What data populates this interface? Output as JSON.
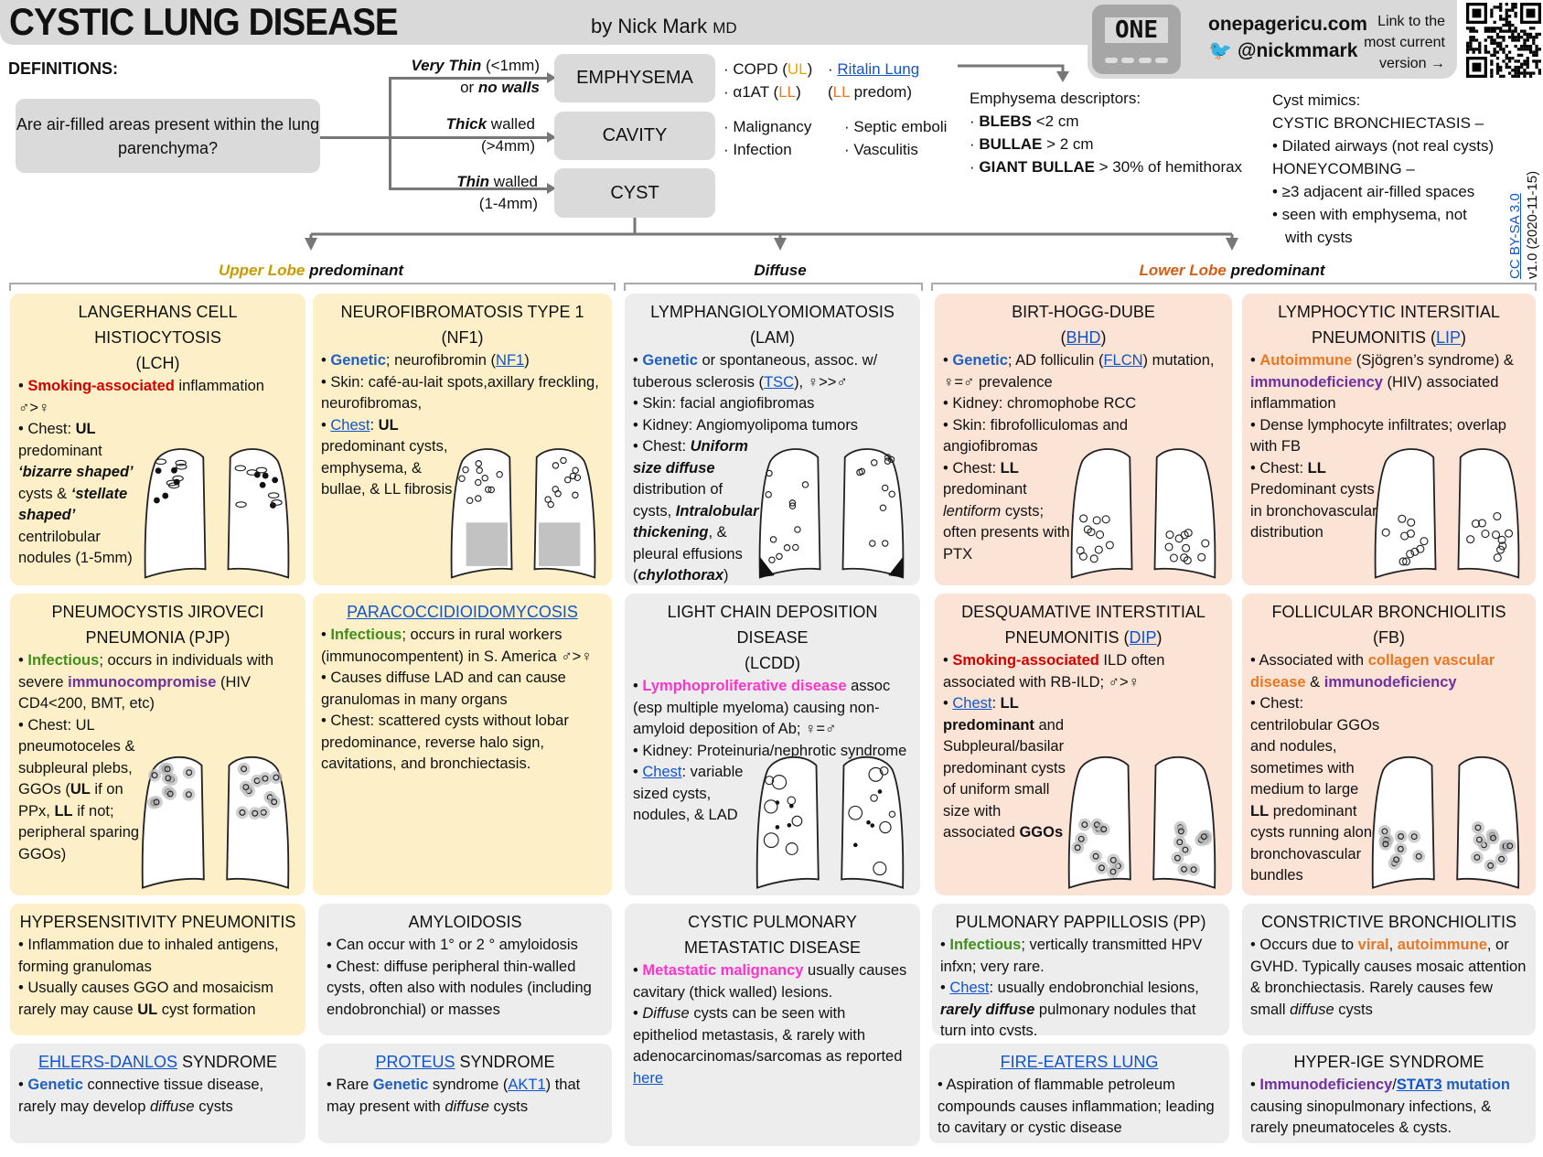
{
  "header": {
    "title": "CYSTIC LUNG DISEASE",
    "byline": "by Nick Mark",
    "byline_suffix": "MD",
    "logo_text": "ONE",
    "site": "onepagericu.com",
    "twitter": "@nickmmark",
    "link_text": "Link to the most current version →",
    "license": "CC BY-SA 3.0",
    "version": "v1.0 (2020-11-15)"
  },
  "definitions": {
    "label": "DEFINITIONS:",
    "question": "Are air-filled areas present within the lung parenchyma?",
    "branches": [
      {
        "node": "EMPHYSEMA",
        "label_a": "Very Thin",
        "label_b": " (<1mm)",
        "label_c": "or ",
        "label_d": "no walls"
      },
      {
        "node": "CAVITY",
        "label_a": "Thick",
        "label_b": " walled",
        "label_c": "(>4mm)"
      },
      {
        "node": "CYST",
        "label_a": "Thin",
        "label_b": " walled",
        "label_c": "(1-4mm)"
      }
    ],
    "emphysema_causes": {
      "copd": "· COPD (",
      "copd_ul": "UL",
      "copd_end": ")",
      "a1at": "· α1AT (",
      "a1at_ll": "LL",
      "a1at_end": ")",
      "ritalin_bullet": "· ",
      "ritalin": "Ritalin Lung",
      "ritalin_open": "(",
      "ritalin_ll": "LL",
      "ritalin_end": " predom)"
    },
    "cavity_causes": [
      "· Malignancy",
      "· Infection",
      "· Septic emboli",
      "· Vasculitis"
    ],
    "emphysema_descriptors": {
      "title": "Emphysema descriptors:",
      "items": [
        {
          "term": "BLEBS",
          "def": "  <2 cm"
        },
        {
          "term": "BULLAE",
          "def": " > 2 cm"
        },
        {
          "term": "GIANT BULLAE",
          "def": " > 30% of hemithorax"
        }
      ]
    },
    "cyst_mimics": {
      "title": "Cyst mimics:",
      "a_title": "CYSTIC BRONCHIECTASIS –",
      "a_items": [
        "• Dilated airways (not real cysts)"
      ],
      "b_title": "HONEYCOMBING –",
      "b_items": [
        "• ≥3 adjacent air-filled spaces",
        "• seen with emphysema, not",
        "with cysts"
      ]
    }
  },
  "categories": {
    "upper_a": "Upper Lobe",
    "upper_b": " predominant",
    "diffuse": "Diffuse",
    "lower_a": "Lower Lobe",
    "lower_b": " predominant"
  },
  "cards": [
    {
      "title": [
        [
          [
            "LANGERHANS CELL HISTIOCYTOSIS",
            ""
          ]
        ],
        [
          [
            "(LCH)",
            ""
          ]
        ]
      ],
      "body": [
        [
          [
            "• ",
            ""
          ],
          [
            "Smoking-associated",
            "r"
          ],
          [
            " inflammation ♂>♀",
            ""
          ]
        ],
        [
          [
            "• Chest: ",
            ""
          ],
          [
            "UL",
            "b"
          ],
          [
            " predominant ",
            ""
          ],
          [
            "‘bizarre shaped’",
            "bi"
          ],
          [
            " cysts & ",
            ""
          ],
          [
            "‘stellate shaped’",
            "bi"
          ],
          [
            " centrilobular nodules (1-5mm)",
            ""
          ]
        ]
      ]
    },
    {
      "title": [
        [
          [
            "NEUROFIBROMATOSIS TYPE 1",
            ""
          ]
        ],
        [
          [
            "(NF1)",
            ""
          ]
        ]
      ],
      "body": [
        [
          [
            "• ",
            ""
          ],
          [
            "Genetic",
            "bl"
          ],
          [
            "; neurofibromin (",
            ""
          ],
          [
            "NF1",
            "u"
          ],
          [
            ")",
            ""
          ]
        ],
        [
          [
            "• Skin: café-au-lait spots,axillary freckling, neurofibromas,",
            ""
          ]
        ],
        [
          [
            "• ",
            ""
          ],
          [
            "Chest",
            "u"
          ],
          [
            ": ",
            ""
          ],
          [
            "UL",
            "b"
          ],
          [
            " predominant cysts, emphysema, & bullae, & LL fibrosis",
            ""
          ]
        ]
      ]
    },
    {
      "title": [
        [
          [
            "LYMPHANGIOLYOMIOMATOSIS",
            ""
          ]
        ],
        [
          [
            "(LAM)",
            ""
          ]
        ]
      ],
      "body": [
        [
          [
            "• ",
            ""
          ],
          [
            "Genetic",
            "bl"
          ],
          [
            " or spontaneous, assoc. w/ tuberous sclerosis (",
            ""
          ],
          [
            "TSC",
            "u"
          ],
          [
            "), ♀>>♂",
            ""
          ]
        ],
        [
          [
            "• Skin: facial angiofibromas",
            ""
          ]
        ],
        [
          [
            "• Kidney: Angiomyolipoma tumors",
            ""
          ]
        ],
        [
          [
            "• Chest: ",
            ""
          ],
          [
            "Uniform size diffuse",
            "bi"
          ],
          [
            " distribution of cysts, ",
            ""
          ],
          [
            "Intralobular thickening",
            "bi"
          ],
          [
            ", & pleural effusions (",
            ""
          ],
          [
            "chylothorax",
            "bi"
          ],
          [
            ")",
            ""
          ]
        ]
      ]
    },
    {
      "title": [
        [
          [
            "BIRT-HOGG-DUBE",
            ""
          ]
        ],
        [
          [
            "(",
            ""
          ],
          [
            "BHD",
            "u"
          ],
          [
            ")",
            ""
          ]
        ]
      ],
      "body": [
        [
          [
            "• ",
            ""
          ],
          [
            "Genetic",
            "bl"
          ],
          [
            "; AD folliculin (",
            ""
          ],
          [
            "FLCN",
            "u"
          ],
          [
            ") mutation, ♀=♂ prevalence",
            ""
          ]
        ],
        [
          [
            "• Kidney: chromophobe RCC",
            ""
          ]
        ],
        [
          [
            "• Skin: fibrofolliculomas and angiofibromas",
            ""
          ]
        ],
        [
          [
            "• Chest: ",
            ""
          ],
          [
            "LL",
            "b"
          ],
          [
            " predominant ",
            ""
          ],
          [
            "lentiform",
            "i"
          ],
          [
            " cysts; often presents with PTX",
            ""
          ]
        ]
      ]
    },
    {
      "title": [
        [
          [
            "LYMPHOCYTIC INTERSITIAL",
            ""
          ]
        ],
        [
          [
            "PNEUMONITIS (",
            ""
          ],
          [
            "LIP",
            "u"
          ],
          [
            ")",
            ""
          ]
        ]
      ],
      "body": [
        [
          [
            "• ",
            ""
          ],
          [
            "Autoimmune",
            "o"
          ],
          [
            " (Sjögren’s syndrome) & ",
            ""
          ],
          [
            "immunodeficiency",
            "p"
          ],
          [
            " (HIV) associated inflammation",
            ""
          ]
        ],
        [
          [
            "• Dense lymphocyte infiltrates; overlap with FB",
            ""
          ]
        ],
        [
          [
            "• Chest: ",
            ""
          ],
          [
            "LL",
            "b"
          ],
          [
            " Predominant cysts in bronchovascular distribution",
            ""
          ]
        ]
      ]
    },
    {
      "title": [
        [
          [
            "PNEUMOCYSTIS JIROVECI",
            ""
          ]
        ],
        [
          [
            "PNEUMONIA (PJP)",
            ""
          ]
        ]
      ],
      "body": [
        [
          [
            "• ",
            ""
          ],
          [
            "Infectious",
            "g"
          ],
          [
            "; occurs in individuals with severe ",
            ""
          ],
          [
            "immunocompromise",
            "p"
          ],
          [
            " (HIV CD4<200, BMT, etc)",
            ""
          ]
        ],
        [
          [
            "• Chest: UL pneumotoceles & subpleural plebs, GGOs (",
            ""
          ],
          [
            "UL",
            "b"
          ],
          [
            " if on PPx, ",
            ""
          ],
          [
            "LL",
            "b"
          ],
          [
            " if not; peripheral sparing GGOs)",
            ""
          ]
        ]
      ]
    },
    {
      "title": [
        [
          [
            "PARACOCCIDIOIDOMYCOSIS",
            "u"
          ]
        ]
      ],
      "body": [
        [
          [
            "• ",
            ""
          ],
          [
            "Infectious",
            "g"
          ],
          [
            "; occurs in rural workers (immunocompentent) in S. America ♂>♀",
            ""
          ]
        ],
        [
          [
            "• Causes diffuse LAD and can cause granulomas in many organs",
            ""
          ]
        ],
        [
          [
            "• Chest: scattered cysts without lobar predominance, reverse halo sign, cavitations, and bronchiectasis.",
            ""
          ]
        ]
      ]
    },
    {
      "title": [
        [
          [
            "LIGHT CHAIN DEPOSITION DISEASE",
            ""
          ]
        ],
        [
          [
            "(LCDD)",
            ""
          ]
        ]
      ],
      "body": [
        [
          [
            "• ",
            ""
          ],
          [
            "Lymphoproliferative disease",
            "m"
          ],
          [
            " assoc (esp multiple myeloma) causing non-amyloid deposition of Ab; ♀=♂",
            ""
          ]
        ],
        [
          [
            "• Kidney: Proteinuria/nephrotic syndrome",
            ""
          ]
        ],
        [
          [
            "• ",
            ""
          ],
          [
            "Chest",
            "u"
          ],
          [
            ": variable sized cysts, nodules, & LAD",
            ""
          ]
        ]
      ]
    },
    {
      "title": [
        [
          [
            "DESQUAMATIVE INTERSTITIAL",
            ""
          ]
        ],
        [
          [
            "PNEUMONITIS (",
            ""
          ],
          [
            "DIP",
            "u"
          ],
          [
            ")",
            ""
          ]
        ]
      ],
      "body": [
        [
          [
            "• ",
            ""
          ],
          [
            "Smoking-associated",
            "r"
          ],
          [
            " ILD often associated with RB-ILD; ♂>♀",
            ""
          ]
        ],
        [
          [
            "• ",
            ""
          ],
          [
            "Chest",
            "u"
          ],
          [
            ": ",
            ""
          ],
          [
            "LL predominant",
            "b"
          ],
          [
            " and Subpleural/basilar predominant cysts of uniform small size with associated ",
            ""
          ],
          [
            "GGOs",
            "b"
          ]
        ]
      ]
    },
    {
      "title": [
        [
          [
            "FOLLICULAR BRONCHIOLITIS",
            ""
          ]
        ],
        [
          [
            "(FB)",
            ""
          ]
        ]
      ],
      "body": [
        [
          [
            "• Associated with ",
            ""
          ],
          [
            "collagen vascular disease",
            "o"
          ],
          [
            " & ",
            ""
          ],
          [
            "immunodeficiency",
            "p"
          ]
        ],
        [
          [
            "• Chest: centrilobular GGOs and nodules, sometimes with medium to large ",
            ""
          ],
          [
            "LL",
            "b"
          ],
          [
            " predominant cysts running along bronchovascular bundles",
            ""
          ]
        ]
      ]
    },
    {
      "title": [
        [
          [
            "HYPERSENSITIVITY PNEUMONITIS",
            ""
          ]
        ]
      ],
      "body": [
        [
          [
            "• Inflammation due to inhaled antigens, forming granulomas",
            ""
          ]
        ],
        [
          [
            "• Usually causes GGO and mosaicism rarely may cause ",
            ""
          ],
          [
            "UL",
            "b"
          ],
          [
            " cyst formation",
            ""
          ]
        ]
      ]
    },
    {
      "title": [
        [
          [
            "AMYLOIDOSIS",
            ""
          ]
        ]
      ],
      "body": [
        [
          [
            "• Can occur with 1° or 2 ° amyloidosis",
            ""
          ]
        ],
        [
          [
            "• Chest: diffuse peripheral thin-walled cysts, often also with nodules (including endobronchial) or masses",
            ""
          ]
        ]
      ]
    },
    {
      "title": [
        [
          [
            "CYSTIC PULMONARY",
            ""
          ]
        ],
        [
          [
            "METASTATIC DISEASE",
            ""
          ]
        ]
      ],
      "body": [
        [
          [
            "• ",
            ""
          ],
          [
            "Metastatic malignancy",
            "m"
          ],
          [
            " usually causes cavitary (thick walled) lesions.",
            ""
          ]
        ],
        [
          [
            "• ",
            ""
          ],
          [
            "Diffuse",
            "i"
          ],
          [
            " cysts can be seen with epitheliod metastasis, & rarely with adenocarcinomas/sarcomas as reported ",
            ""
          ],
          [
            "here",
            "u"
          ]
        ]
      ]
    },
    {
      "title": [
        [
          [
            "PULMONARY PAPPILLOSIS (PP)",
            ""
          ]
        ]
      ],
      "body": [
        [
          [
            "• ",
            ""
          ],
          [
            "Infectious",
            "g"
          ],
          [
            "; vertically transmitted HPV infxn; very rare.",
            ""
          ]
        ],
        [
          [
            "• ",
            ""
          ],
          [
            "Chest",
            "u"
          ],
          [
            ": usually endobronchial lesions, ",
            ""
          ],
          [
            "rarely diffuse",
            "bi"
          ],
          [
            " pulmonary nodules that turn into cysts.",
            ""
          ]
        ]
      ]
    },
    {
      "title": [
        [
          [
            "CONSTRICTIVE BRONCHIOLITIS",
            ""
          ]
        ]
      ],
      "body": [
        [
          [
            "• Occurs due to ",
            ""
          ],
          [
            "viral",
            "o"
          ],
          [
            ", ",
            ""
          ],
          [
            "autoimmune",
            "o"
          ],
          [
            ", or GVHD. Typically causes mosaic attention & bronchiectasis. Rarely causes few small ",
            ""
          ],
          [
            "diffuse",
            "i"
          ],
          [
            " cysts",
            ""
          ]
        ]
      ]
    },
    {
      "title": [
        [
          [
            "EHLERS-DANLOS",
            "u"
          ],
          [
            " SYNDROME",
            ""
          ]
        ]
      ],
      "body": [
        [
          [
            "• ",
            ""
          ],
          [
            "Genetic",
            "bl"
          ],
          [
            " connective tissue disease, rarely may develop ",
            ""
          ],
          [
            "diffuse",
            "i"
          ],
          [
            " cysts",
            ""
          ]
        ]
      ]
    },
    {
      "title": [
        [
          [
            "PROTEUS",
            "u"
          ],
          [
            " SYNDROME",
            ""
          ]
        ]
      ],
      "body": [
        [
          [
            "• Rare ",
            ""
          ],
          [
            "Genetic",
            "bl"
          ],
          [
            " syndrome (",
            ""
          ],
          [
            "AKT1",
            "u"
          ],
          [
            ") that may present with ",
            ""
          ],
          [
            "diffuse",
            "i"
          ],
          [
            " cysts",
            ""
          ]
        ]
      ]
    },
    {
      "title": [
        [
          [
            "FIRE-EATERS LUNG",
            "u"
          ]
        ]
      ],
      "body": [
        [
          [
            "• Aspiration of flammable petroleum compounds causes inflammation; leading to cavitary or cystic disease",
            ""
          ]
        ]
      ]
    },
    {
      "title": [
        [
          [
            "HYPER-IGE SYNDROME",
            ""
          ]
        ]
      ],
      "body": [
        [
          [
            "• ",
            ""
          ],
          [
            "Immunodeficiency",
            "p"
          ],
          [
            "/",
            ""
          ],
          [
            "STAT3",
            "ub"
          ],
          [
            " mutation",
            "bb"
          ],
          [
            " causing sinopulmonary infections, & rarely pneumatoceles & cysts.",
            ""
          ]
        ]
      ]
    }
  ]
}
